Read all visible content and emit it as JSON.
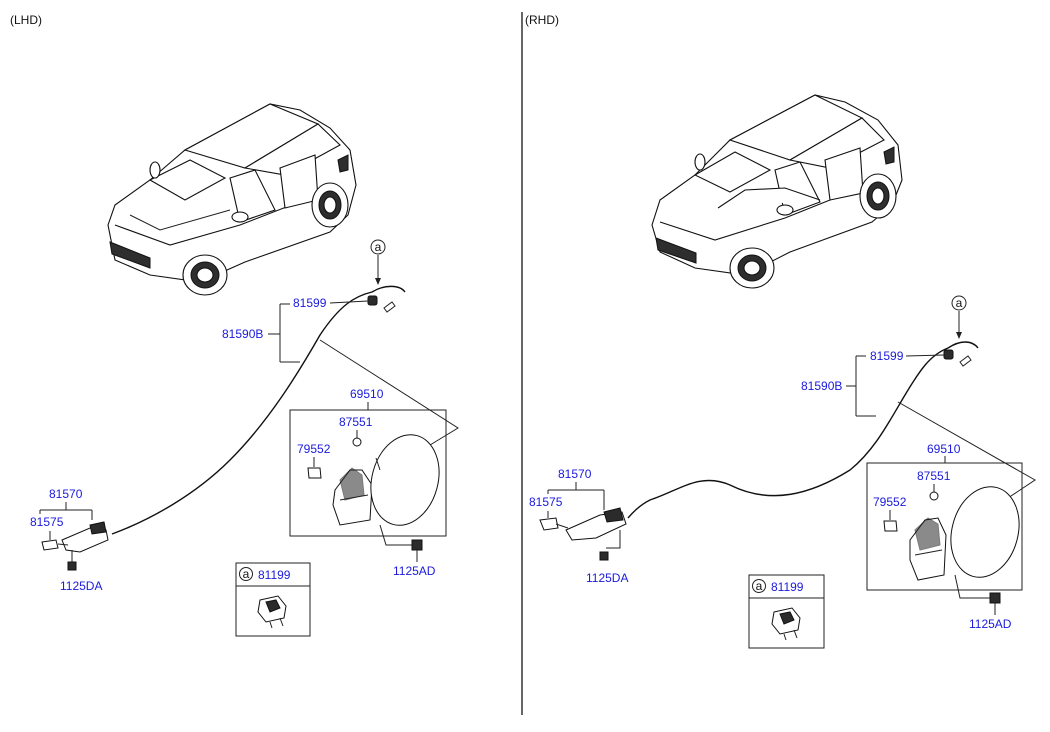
{
  "panels": {
    "lhd": {
      "title": "(LHD)",
      "ref_marker": "a",
      "labels": {
        "p81599": "81599",
        "p81590b": "81590B",
        "p69510": "69510",
        "p87551": "87551",
        "p79552": "79552",
        "p81570": "81570",
        "p81575": "81575",
        "p1125da": "1125DA",
        "p1125ad": "1125AD"
      },
      "inset": {
        "marker": "a",
        "part": "81199"
      }
    },
    "rhd": {
      "title": "(RHD)",
      "ref_marker": "a",
      "labels": {
        "p81599": "81599",
        "p81590b": "81590B",
        "p69510": "69510",
        "p87551": "87551",
        "p79552": "79552",
        "p81570": "81570",
        "p81575": "81575",
        "p1125da": "1125DA",
        "p1125ad": "1125AD"
      },
      "inset": {
        "marker": "a",
        "part": "81199"
      }
    }
  },
  "colors": {
    "label": "#1a1adc",
    "line": "#222222",
    "divider": "#333333"
  }
}
